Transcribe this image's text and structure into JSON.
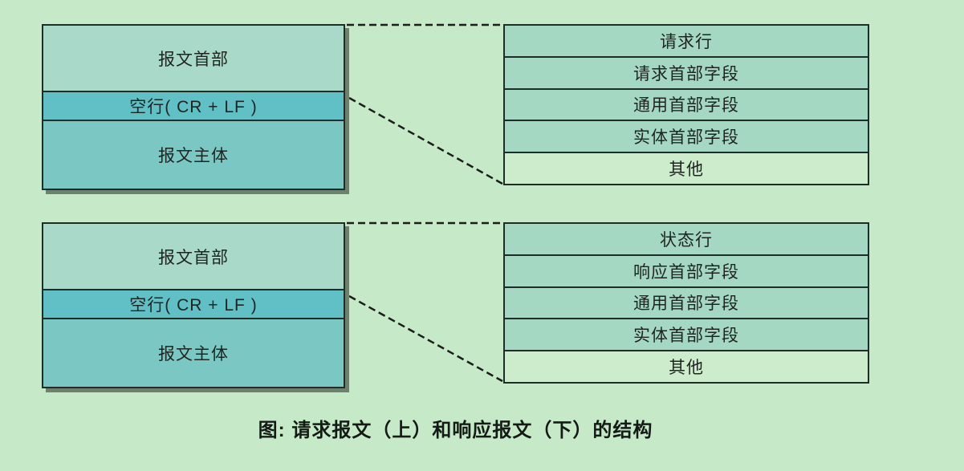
{
  "page": {
    "background_color": "#c6eac7",
    "caption": "图: 请求报文（上）和响应报文（下）的结构"
  },
  "colors": {
    "message_header_fill": "#a9dac9",
    "blank_line_fill": "#60c0c6",
    "message_body_fill": "#7ac7c3",
    "field_row_fill": "#a5d8c3",
    "other_row_fill": "#cdeccc",
    "box_border": "#1f2d27",
    "box_shadow": "#6e806e",
    "dash_line": "#1c1c1c",
    "text": "#1e2420"
  },
  "request_message": {
    "structure": {
      "header": "报文首部",
      "blank_line": "空行( CR + LF )",
      "body": "报文主体"
    },
    "fields": [
      "请求行",
      "请求首部字段",
      "通用首部字段",
      "实体首部字段",
      "其他"
    ]
  },
  "response_message": {
    "structure": {
      "header": "报文首部",
      "blank_line": "空行( CR + LF )",
      "body": "报文主体"
    },
    "fields": [
      "状态行",
      "响应首部字段",
      "通用首部字段",
      "实体首部字段",
      "其他"
    ]
  }
}
